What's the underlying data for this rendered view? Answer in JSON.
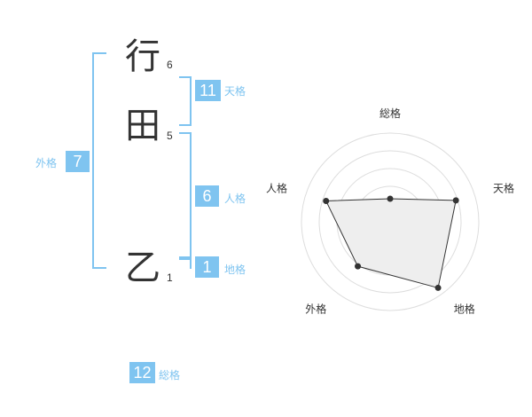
{
  "name_chars": [
    {
      "char": "行",
      "strokes": "6"
    },
    {
      "char": "田",
      "strokes": "5"
    },
    {
      "char": "乙",
      "strokes": "1"
    }
  ],
  "fortunes": {
    "tenkaku": {
      "value": "11",
      "label": "天格"
    },
    "jinkaku": {
      "value": "6",
      "label": "人格"
    },
    "chikaku": {
      "value": "1",
      "label": "地格"
    },
    "gaikaku": {
      "value": "7",
      "label": "外格"
    },
    "soukaku": {
      "value": "12",
      "label": "総格"
    }
  },
  "colors": {
    "accent": "#7fc4f0",
    "text": "#333333",
    "grid": "#dddddd"
  },
  "chart_data": {
    "type": "radar",
    "axes": [
      "総格",
      "天格",
      "地格",
      "外格",
      "人格"
    ],
    "values": [
      1.3,
      3.9,
      4.6,
      3.1,
      3.8
    ],
    "rmax": 5,
    "grid": true
  }
}
